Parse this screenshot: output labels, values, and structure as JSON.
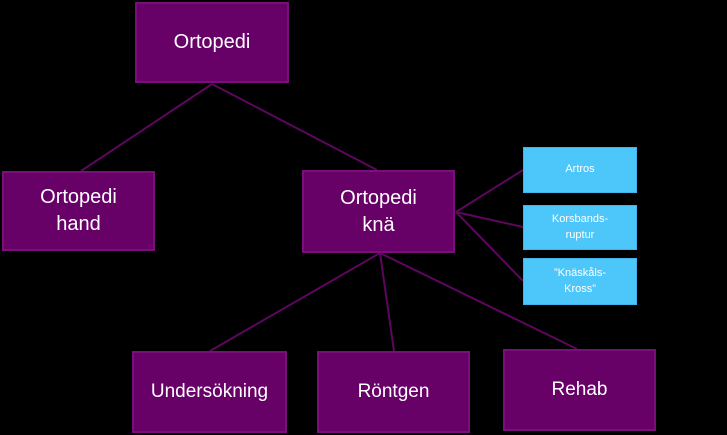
{
  "diagram": {
    "title": "Ortopedi organisation tree",
    "nodes": {
      "root": {
        "label": "Ortopedi",
        "type": "purple"
      },
      "hand": {
        "label": "Ortopedi\nhand",
        "type": "purple"
      },
      "knee": {
        "label": "Ortopedi\nknä",
        "type": "purple"
      },
      "artros": {
        "label": "Artros",
        "type": "blue"
      },
      "korsband": {
        "label": "Korsbands-\nruptur",
        "type": "blue"
      },
      "knaskal": {
        "label": "”Knäskåls-\nKross”",
        "type": "blue"
      },
      "undersokning": {
        "label": "Undersökning",
        "type": "purple"
      },
      "rontgen": {
        "label": "Röntgen",
        "type": "purple"
      },
      "rehab": {
        "label": "Rehab",
        "type": "purple"
      }
    },
    "edges": [
      {
        "from": "root",
        "to": "hand"
      },
      {
        "from": "root",
        "to": "knee"
      },
      {
        "from": "knee",
        "to": "artros"
      },
      {
        "from": "knee",
        "to": "korsband"
      },
      {
        "from": "knee",
        "to": "knaskal"
      },
      {
        "from": "knee",
        "to": "undersokning"
      },
      {
        "from": "knee",
        "to": "rontgen"
      },
      {
        "from": "knee",
        "to": "rehab"
      }
    ],
    "colors": {
      "node_purple": "#670067",
      "node_purple_border": "#7a0e7a",
      "node_blue": "#4DC6FA",
      "node_blue_border": "#3FB4EA",
      "connector": "#5e065e",
      "text": "#ffffff",
      "background": "#000000"
    }
  }
}
